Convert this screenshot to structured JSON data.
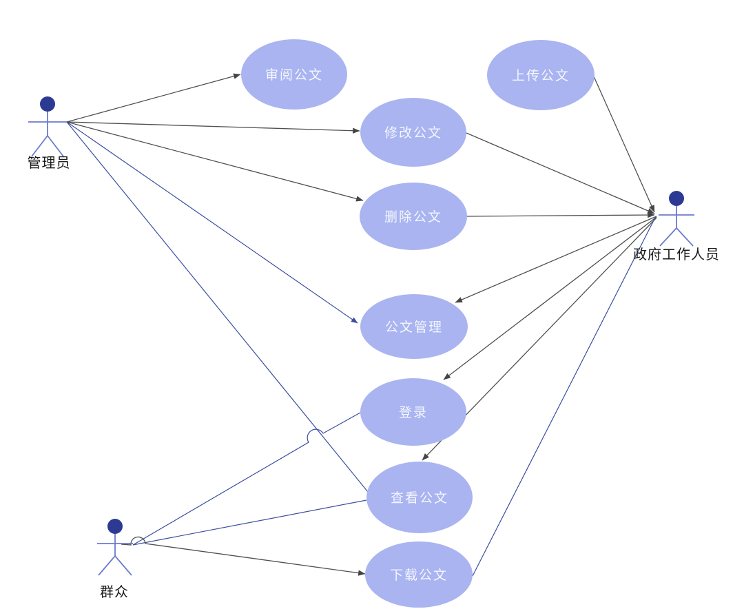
{
  "diagram": {
    "type": "uml-use-case",
    "actors": [
      {
        "id": "admin",
        "label": "管理员"
      },
      {
        "id": "government-staff",
        "label": "政府工作人员"
      },
      {
        "id": "public",
        "label": "群众"
      }
    ],
    "use_cases": [
      {
        "id": "review",
        "label": "审阅公文"
      },
      {
        "id": "upload",
        "label": "上传公文"
      },
      {
        "id": "modify",
        "label": "修改公文"
      },
      {
        "id": "delete",
        "label": "删除公文"
      },
      {
        "id": "manage",
        "label": "公文管理"
      },
      {
        "id": "login",
        "label": "登录"
      },
      {
        "id": "view",
        "label": "查看公文"
      },
      {
        "id": "download",
        "label": "下载公文"
      }
    ],
    "relations": [
      {
        "from": "管理员",
        "to": "审阅公文",
        "style": "arrow",
        "color": "dark"
      },
      {
        "from": "管理员",
        "to": "修改公文",
        "style": "arrow",
        "color": "dark"
      },
      {
        "from": "管理员",
        "to": "删除公文",
        "style": "arrow",
        "color": "dark"
      },
      {
        "from": "管理员",
        "to": "公文管理",
        "style": "arrow",
        "color": "blue"
      },
      {
        "from": "管理员",
        "to": "查看公文",
        "style": "line",
        "color": "blue"
      },
      {
        "from": "群众",
        "to": "登录",
        "style": "line",
        "color": "blue"
      },
      {
        "from": "群众",
        "to": "查看公文",
        "style": "line",
        "color": "blue"
      },
      {
        "from": "群众",
        "to": "下载公文",
        "style": "arrow",
        "color": "dark"
      },
      {
        "from": "上传公文",
        "to": "政府工作人员",
        "style": "arrow",
        "color": "dark"
      },
      {
        "from": "修改公文",
        "to": "政府工作人员",
        "style": "arrow",
        "color": "dark"
      },
      {
        "from": "删除公文",
        "to": "政府工作人员",
        "style": "arrow",
        "color": "dark"
      },
      {
        "from": "政府工作人员",
        "to": "公文管理",
        "style": "arrow",
        "color": "dark"
      },
      {
        "from": "政府工作人员",
        "to": "登录",
        "style": "arrow",
        "color": "dark"
      },
      {
        "from": "政府工作人员",
        "to": "查看公文",
        "style": "arrow",
        "color": "dark"
      },
      {
        "from": "政府工作人员",
        "to": "下载公文",
        "style": "line",
        "color": "blue"
      }
    ],
    "colors": {
      "usecase_fill": "#a9b4f0",
      "usecase_text": "#f4f6ff",
      "actor_head": "#2c3a94",
      "actor_limbs": "#6b7ace",
      "edge_dark": "#4f4f4f",
      "edge_blue": "#3b4da0",
      "label_text": "#1a1a1a",
      "background": "#ffffff"
    }
  }
}
